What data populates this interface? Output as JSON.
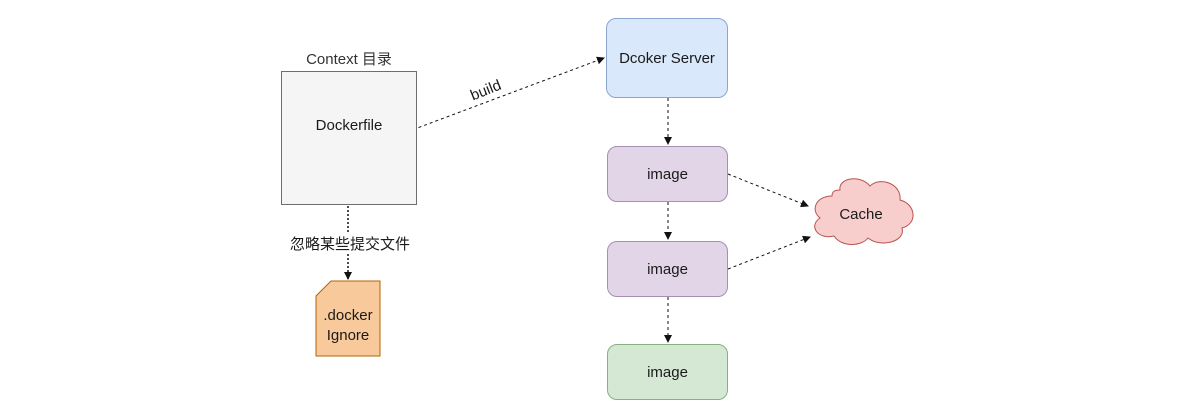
{
  "context": {
    "title": "Context 目录"
  },
  "dockerfile": {
    "label": "Dockerfile"
  },
  "dockerignore": {
    "line1": ".docker",
    "line2": "Ignore"
  },
  "server": {
    "label": "Dcoker Server"
  },
  "images": [
    {
      "label": "image"
    },
    {
      "label": "image"
    },
    {
      "label": "image"
    }
  ],
  "cache": {
    "label": "Cache"
  },
  "edges": {
    "build": "build",
    "ignore": "忽略某些提交文件"
  },
  "colors": {
    "context_fill": "#f5f5f5",
    "dockerfile_fill": "#fff2cc",
    "dockerignore_fill": "#f8c99a",
    "server_fill": "#dae8fc",
    "image_fill": "#e1d5e7",
    "final_image_fill": "#d5e8d4",
    "cache_fill": "#f8cecc"
  }
}
